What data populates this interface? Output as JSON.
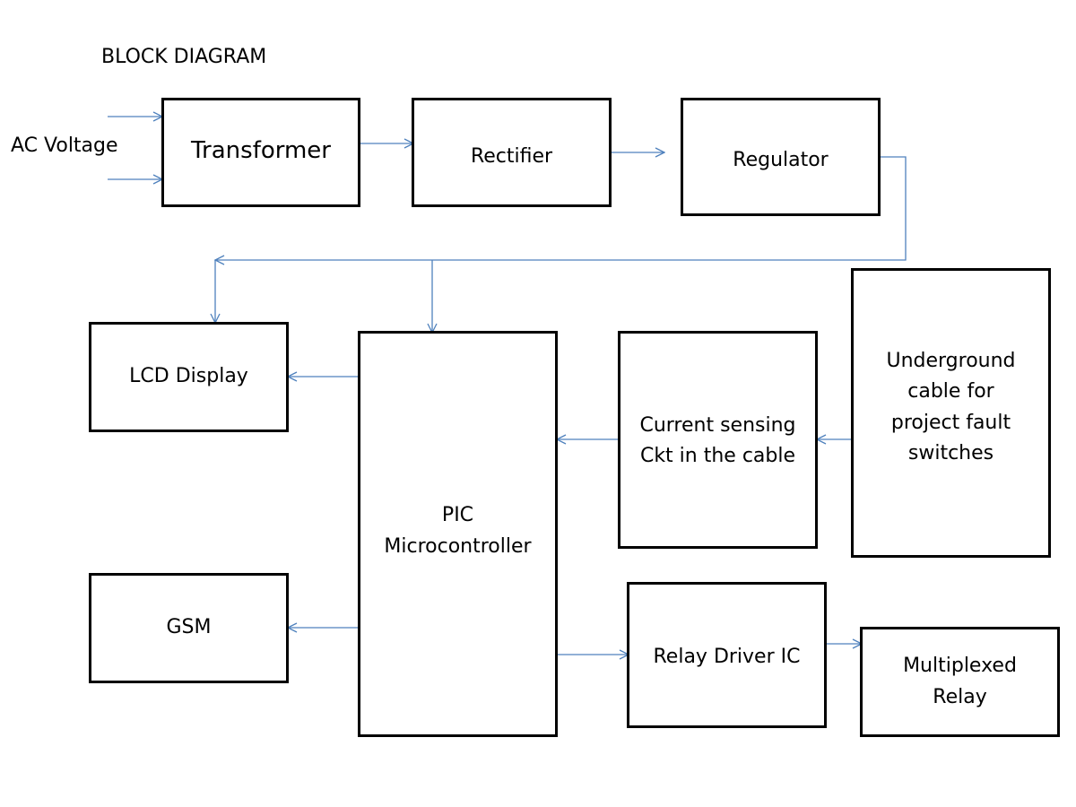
{
  "title": "BLOCK DIAGRAM",
  "input_label": "AC Voltage",
  "blocks": {
    "transformer": "Transformer",
    "rectifier": "Rectifier",
    "regulator": "Regulator",
    "lcd": "LCD Display",
    "pic": "PIC\nMicrocontroller",
    "current_sensing": "Current sensing\nCkt in the cable",
    "underground": "Underground\ncable for\nproject fault\nswitches",
    "gsm": "GSM",
    "relay_driver": "Relay Driver IC",
    "multiplexed_relay": "Multiplexed\nRelay"
  },
  "colors": {
    "arrow": "#4f81bd",
    "border": "#000000"
  }
}
